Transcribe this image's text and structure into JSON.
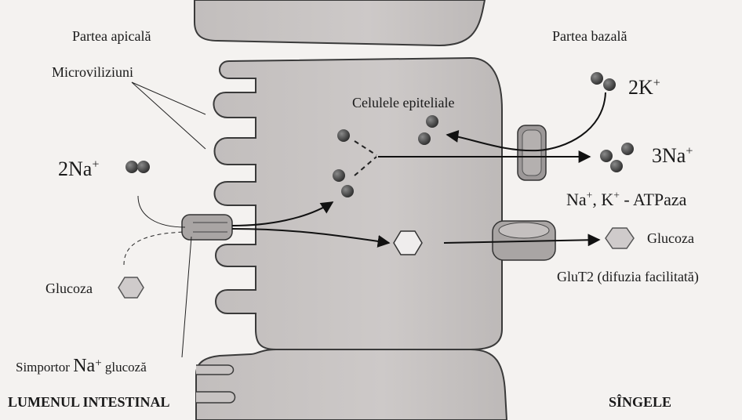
{
  "labels": {
    "apical": "Partea apicală",
    "basal": "Partea bazală",
    "microvilli": "Microviliziuni",
    "epithelial": "Celulele epiteliale",
    "k_coef": "2K",
    "k_sup": "+",
    "na3_coef": "3Na",
    "na3_sup": "+",
    "na2_coef": "2Na",
    "na2_sup": "+",
    "atpase_na": "Na",
    "atpase_sup1": "+",
    "atpase_k": ", K",
    "atpase_sup2": "+",
    "atpase_rest": " - ATPaza",
    "glucose_left": "Glucoza",
    "glucose_right": "Glucoza",
    "glut2": "GluT2 (difuzia facilitată)",
    "symporter_pre": "Simportor ",
    "symporter_na": "Na",
    "symporter_sup": "+",
    "symporter_post": " glucoză",
    "lumen": "LUMENUL INTESTINAL",
    "blood": "SÎNGELE"
  },
  "colors": {
    "cell_fill": "#c9c5c4",
    "cell_stroke": "#3a3a3a",
    "ion": "#3f3f3f",
    "glucose": "#cfcbcb"
  }
}
